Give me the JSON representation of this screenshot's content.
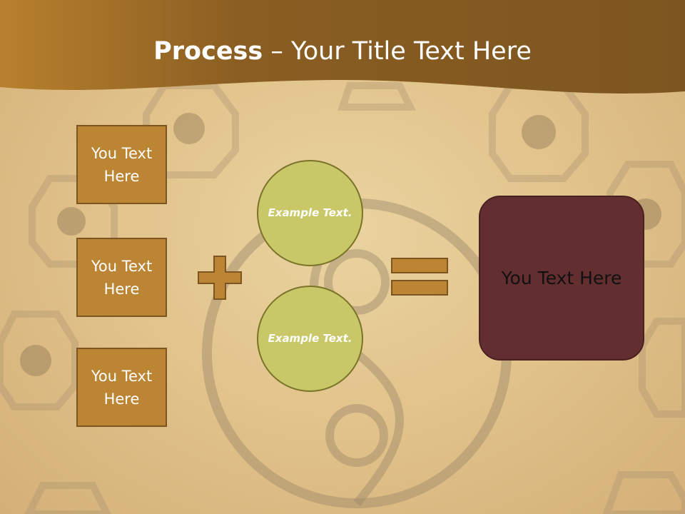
{
  "title": {
    "bold": "Process",
    "rest": " – Your Title Text Here"
  },
  "left_boxes": [
    "You Text Here",
    "You Text Here",
    "You Text Here"
  ],
  "circles": [
    "Example Text.",
    "Example Text."
  ],
  "result": "You Text Here",
  "colors": {
    "header": "#8a5e22",
    "box_fill": "#bb8534",
    "circle_fill": "#c8c868",
    "result_fill": "#632e30",
    "symbol_fill": "#bb8534"
  },
  "icons": {
    "plus": "plus-icon",
    "equals": "equals-icon"
  }
}
